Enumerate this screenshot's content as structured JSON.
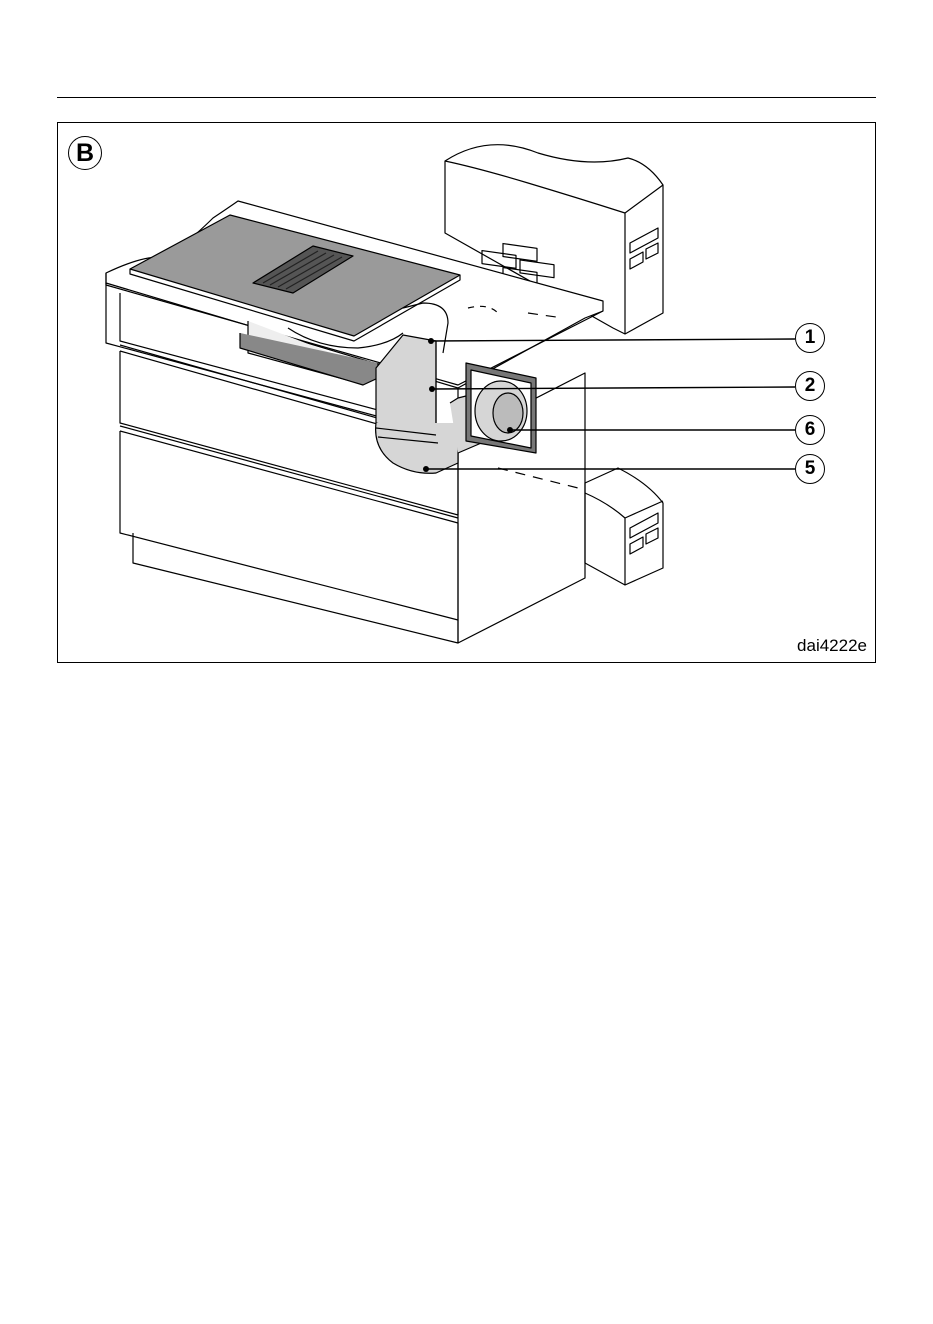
{
  "figure": {
    "badge": "B",
    "code": "dai4222e"
  },
  "callouts": [
    {
      "label": "1"
    },
    {
      "label": "2"
    },
    {
      "label": "6"
    },
    {
      "label": "5"
    }
  ],
  "colors": {
    "hob_glass": "#9a9a9a",
    "duct": "#d6d6d6",
    "wall_plate": "#777777",
    "line": "#000000"
  }
}
